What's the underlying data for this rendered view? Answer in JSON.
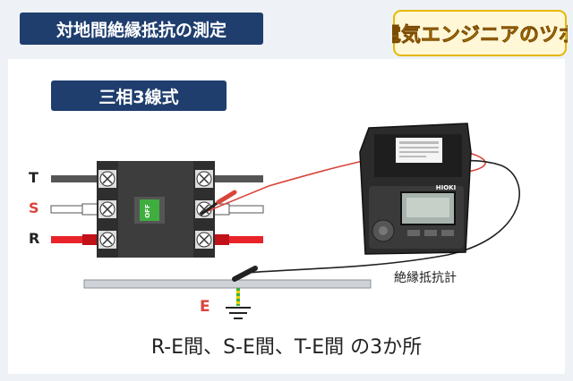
{
  "title": "対地間絶縁抵抗の測定",
  "subtitle": "三相3線式",
  "logo": {
    "text": "電気エンジニアのツボ"
  },
  "phases": {
    "T": "T",
    "S": "S",
    "R": "R"
  },
  "breaker": {
    "switch_label": "OFF"
  },
  "earth_label": "E",
  "meter": {
    "label": "絶縁抵抗計",
    "brand": "HIOKI"
  },
  "caption": "R-E間、S-E間、T-E間 の3か所",
  "colors": {
    "accent": "#1f3e6e",
    "red_lead": "#d9453b",
    "wire_red": "#e8232a"
  }
}
